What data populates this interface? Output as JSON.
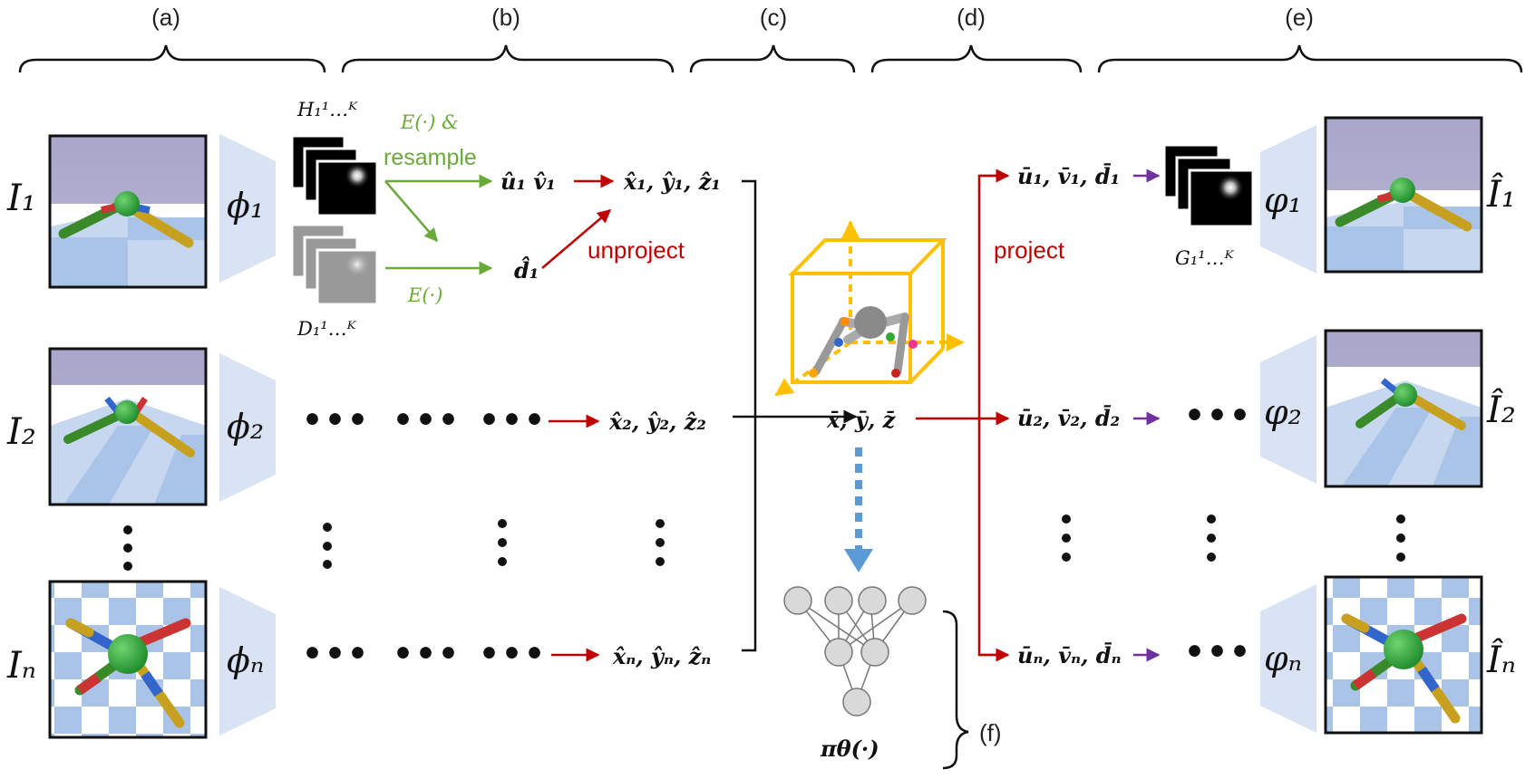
{
  "sections": [
    "(a)",
    "(b)",
    "(c)",
    "(d)",
    "(e)",
    "(f)"
  ],
  "inputs": {
    "i1": "I₁",
    "i2": "I₂",
    "in": "Iₙ"
  },
  "encoders": {
    "e1": "ϕ₁",
    "e2": "ϕ₂",
    "en": "ϕₙ"
  },
  "heatmaps": {
    "h_label": "H₁¹…ᴷ",
    "d_label": "D₁¹…ᴷ"
  },
  "ops": {
    "expect_resample_line1": "E(·) &",
    "expect_resample_line2": "resample",
    "expect": "E(·)",
    "unproject": "unproject",
    "project": "project"
  },
  "estimates": {
    "uv1": "û₁ v̂₁",
    "d1": "d̂₁",
    "xyz1": "x̂₁, ŷ₁, ẑ₁",
    "xyz2": "x̂₂, ŷ₂, ẑ₂",
    "xyzn": "x̂ₙ, ŷₙ, ẑₙ"
  },
  "fused": "x̄, ȳ, z̄",
  "projected": {
    "uvd1": "ū₁, v̄₁, d̄₁",
    "uvd2": "ū₂, v̄₂, d̄₂",
    "uvdn": "ūₙ, v̄ₙ, d̄ₙ"
  },
  "gaussian_label": "G₁¹…ᴷ",
  "decoders": {
    "d1": "φ₁",
    "d2": "φ₂",
    "dn": "φₙ"
  },
  "outputs": {
    "o1": "Î₁",
    "o2": "Î₂",
    "on": "Îₙ"
  },
  "policy": "πθ(·)",
  "ellipsis_h": "•••",
  "colors": {
    "red_arrow": "#c00000",
    "green_arrow": "#6aaa3a",
    "purple_arrow": "#7030a0",
    "cube": "#ffc000",
    "dashed_blue": "#5b9bd5",
    "encoder_fill": "#d9e3f3"
  }
}
